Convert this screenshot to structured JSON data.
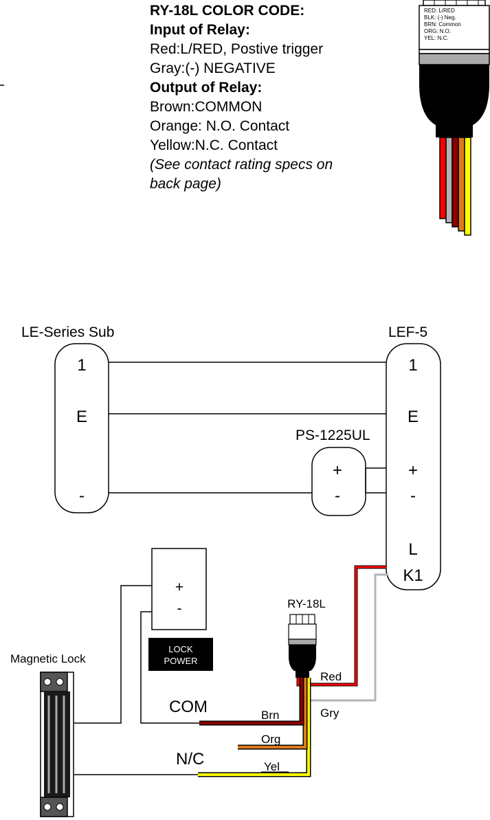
{
  "color_code": {
    "title": "RY-18L COLOR CODE:",
    "input_heading": "Input of Relay:",
    "input_red": "Red:L/RED, Postive trigger",
    "input_gray": "Gray:(-) NEGATIVE",
    "output_heading": "Output of Relay:",
    "output_brown": "Brown:COMMON",
    "output_orange": "Orange: N.O. Contact",
    "output_yellow": "Yellow:N.C. Contact",
    "note_line1": "(See contact rating specs on",
    "note_line2": "back page)"
  },
  "relay_label": {
    "line1": "RED:  L/RED",
    "line2": "BLK:  (-) Neg.",
    "line3": "BRN:  Common",
    "line4": "ORG:  N.O.",
    "line5": "YEL:  N.C."
  },
  "diagram": {
    "le_sub": {
      "title": "LE-Series Sub",
      "t1": "1",
      "t2": "E",
      "t3": "-"
    },
    "lef5": {
      "title": "LEF-5",
      "t1": "1",
      "t2": "E",
      "t3": "+",
      "t4": "-",
      "t5": "L",
      "t6": "K1"
    },
    "ps": {
      "title": "PS-1225UL",
      "plus": "+",
      "minus": "-"
    },
    "lock_power": {
      "plus": "+",
      "minus": "-",
      "label_line1": "LOCK",
      "label_line2": "POWER"
    },
    "relay_title": "RY-18L",
    "magnetic_lock": "Magnetic Lock",
    "com_label": "COM",
    "nc_label": "N/C",
    "wire_labels": {
      "red": "Red",
      "gry": "Gry",
      "brn": "Brn",
      "org": "Org",
      "yel": "Yel"
    }
  },
  "colors": {
    "red": "#ff0000",
    "gray": "#b4b4b4",
    "brown": "#8b0000",
    "orange": "#e07b1a",
    "yellow": "#ffff00"
  }
}
